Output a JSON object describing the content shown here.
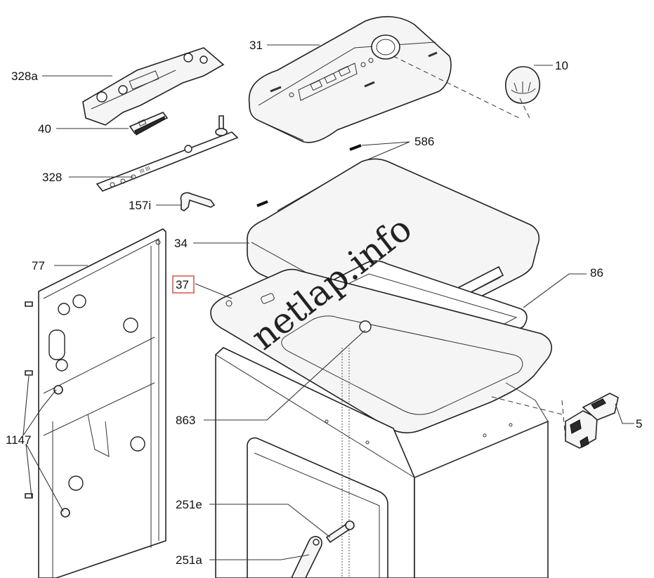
{
  "diagram": {
    "watermark": "netlap.info",
    "highlighted_label": "37",
    "highlight_color": "#d9534f",
    "labels": {
      "p31": "31",
      "p10": "10",
      "p328a": "328a",
      "p40": "40",
      "p586": "586",
      "p328": "328",
      "p157i": "157i",
      "p34": "34",
      "p77": "77",
      "p86": "86",
      "p37": "37",
      "p863": "863",
      "p1147": "1147",
      "p5": "5",
      "p251e": "251e",
      "p251a": "251a"
    }
  }
}
